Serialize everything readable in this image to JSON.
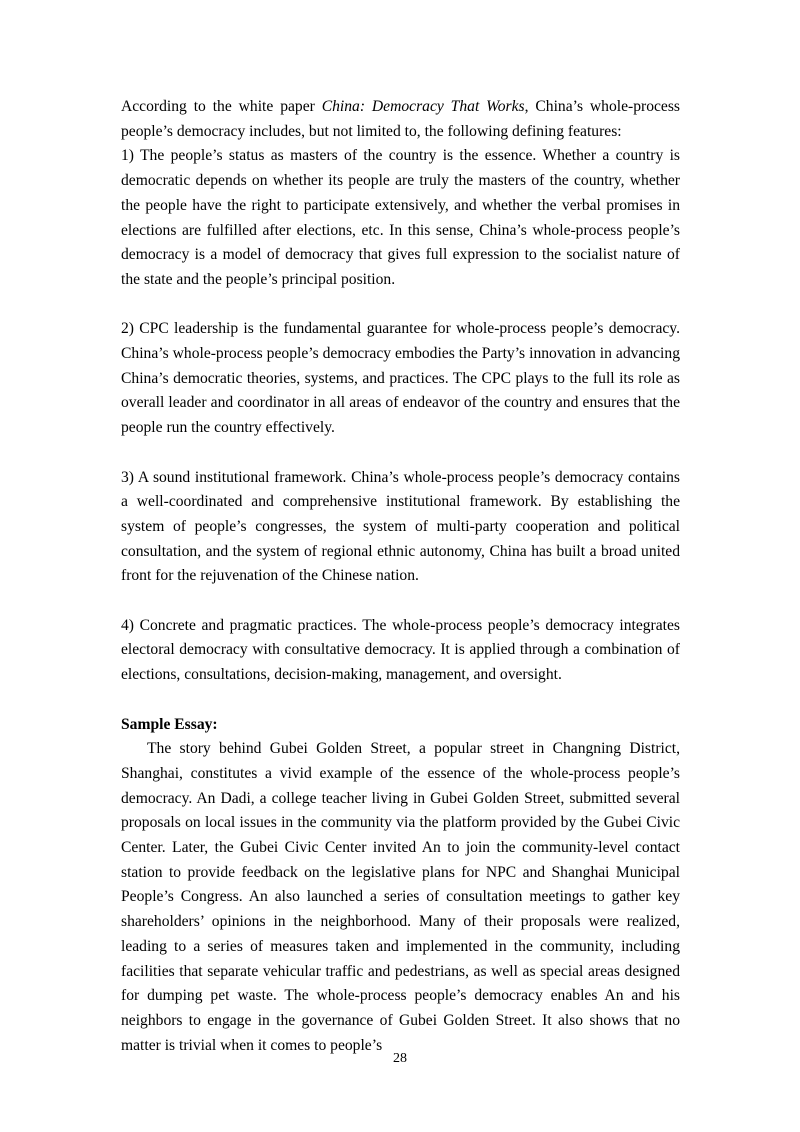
{
  "document": {
    "intro": {
      "before": "According to the white paper ",
      "title": "China: Democracy That Works",
      "after": ", China’s whole-process people’s democracy includes, but not limited to, the following defining features:"
    },
    "features": [
      "1) The people’s status as masters of the country is the essence. Whether a country is democratic depends on whether its people are truly the masters of the country, whether the people have the right to participate extensively, and whether the verbal promises in elections are fulfilled after elections, etc. In this sense, China’s whole-process people’s democracy is a model of democracy that gives full expression to the socialist nature of the state and the people’s principal position.",
      "2) CPC leadership is the fundamental guarantee for whole-process people’s democracy. China’s whole-process people’s democracy embodies the Party’s innovation in advancing China’s democratic theories, systems, and practices. The CPC plays to the full its role as overall leader and coordinator in all areas of endeavor of the country and ensures that the people run the country effectively.",
      "3) A sound institutional framework. China’s whole-process people’s democracy contains a well-coordinated and comprehensive institutional framework. By establishing the system of people’s congresses, the system of multi-party cooperation and political consultation, and the system of regional ethnic autonomy, China has built a broad united front for the rejuvenation of the Chinese nation.",
      "4) Concrete and pragmatic practices. The whole-process people’s democracy integrates electoral democracy with consultative democracy. It is applied through a combination of elections, consultations, decision-making, management, and oversight."
    ],
    "sample_heading": "Sample Essay:",
    "sample_text": "The story behind Gubei Golden Street, a popular street in Changning District, Shanghai, constitutes a vivid example of the essence of the whole-process people’s democracy. An Dadi, a college teacher living in Gubei Golden Street, submitted several proposals on local issues in the community via the platform provided by the Gubei Civic Center. Later, the Gubei Civic Center invited An to join the community-level contact station to provide feedback on the legislative plans for NPC and Shanghai Municipal People’s Congress. An also launched a series of consultation meetings to gather key shareholders’ opinions in the neighborhood. Many of their proposals were realized, leading to a series of measures taken and implemented in the community, including facilities that separate vehicular traffic and pedestrians, as well as special areas designed for dumping pet waste. The whole-process people’s democracy enables An and his neighbors to engage in the governance of Gubei Golden Street. It also shows that no matter is trivial when it comes to people’s",
    "page_number": "28"
  }
}
